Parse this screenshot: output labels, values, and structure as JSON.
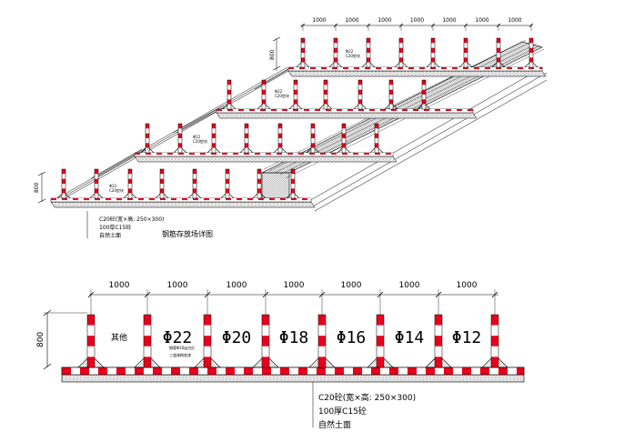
{
  "colors": {
    "post_red": "#e8001c",
    "post_white": "#ffffff",
    "line": "#000000",
    "concrete": "#efefef"
  },
  "isometric": {
    "spacing_labels": [
      "1000",
      "1000",
      "1000",
      "1000",
      "1000",
      "1000",
      "1000"
    ],
    "height_label": "800",
    "tier_notes": [
      [
        "Φ22",
        "C20垫块"
      ],
      [
        "Φ22",
        "C20垫块"
      ],
      [
        "Φ22",
        "C20垫块"
      ],
      [
        "Φ22",
        "C20垫块"
      ]
    ],
    "base_notes": [
      "C20砼(宽×高: 250×300)",
      "100厚C15砼",
      "自然土面"
    ],
    "title": "钢筋存放场详图"
  },
  "elevation": {
    "spacing_labels": [
      "1000",
      "1000",
      "1000",
      "1000",
      "1000",
      "1000",
      "1000"
    ],
    "height_label": "800",
    "bay_labels": [
      "其他",
      "Φ22",
      "Φ20",
      "Φ18",
      "Φ16",
      "Φ14",
      "Φ12"
    ],
    "post_note": [
      "钢管Φ20@白红",
      "三道漆刷底漆"
    ],
    "base_notes": [
      "C20砼(宽×高: 250×300)",
      "100厚C15砼",
      "自然土面"
    ]
  }
}
